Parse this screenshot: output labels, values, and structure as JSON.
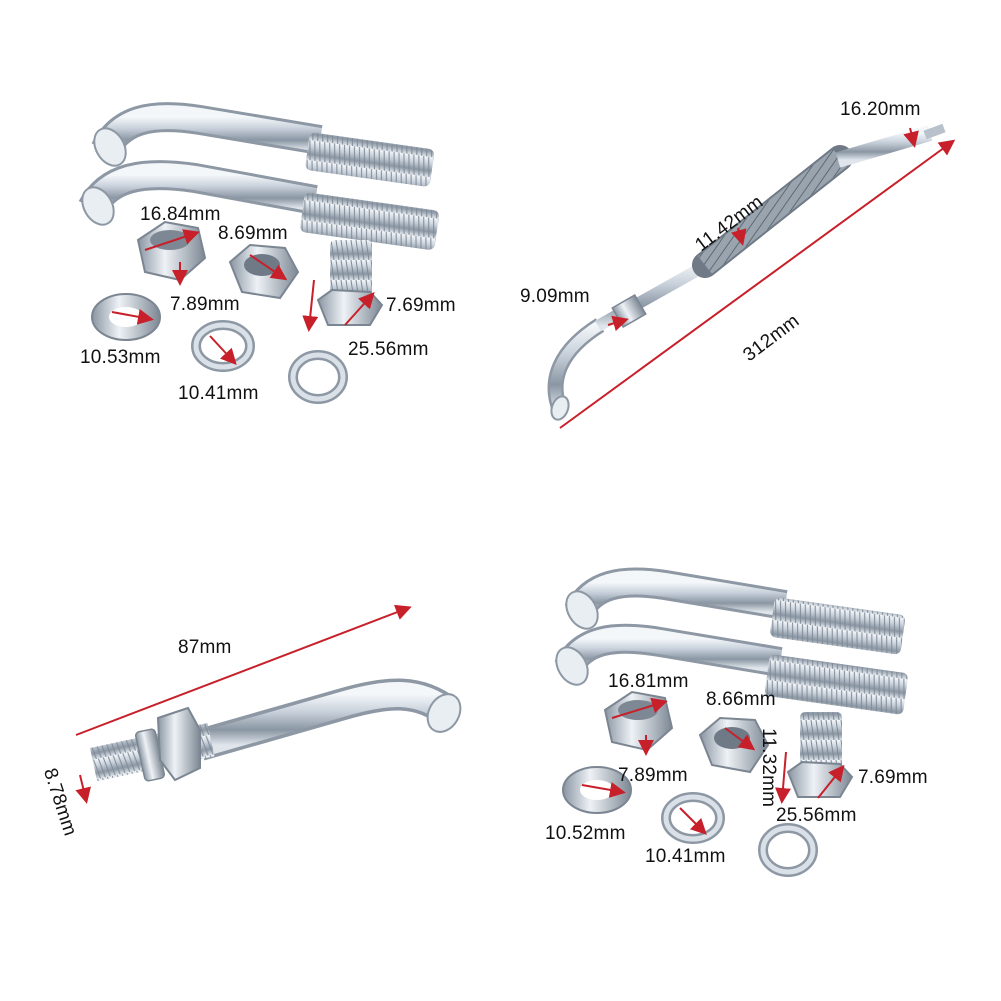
{
  "colors": {
    "background": "#ffffff",
    "metal_light": "#e8edf2",
    "metal_mid": "#aab4c0",
    "metal_dark": "#6e7884",
    "arrow_red": "#c8202a",
    "text": "#111111"
  },
  "quadrants": {
    "top_left": {
      "labels": [
        "16.84mm",
        "8.69mm",
        "7.89mm",
        "7.69mm",
        "10.53mm",
        "25.56mm",
        "10.41mm"
      ]
    },
    "top_right": {
      "labels": [
        "16.20mm",
        "11.42mm",
        "9.09mm",
        "312mm"
      ]
    },
    "bottom_left": {
      "labels": [
        "87mm",
        "8.78mm"
      ]
    },
    "bottom_right": {
      "labels": [
        "16.81mm",
        "8.66mm",
        "11.32mm",
        "7.89mm",
        "7.69mm",
        "25.56mm",
        "10.52mm",
        "10.41mm"
      ]
    }
  }
}
